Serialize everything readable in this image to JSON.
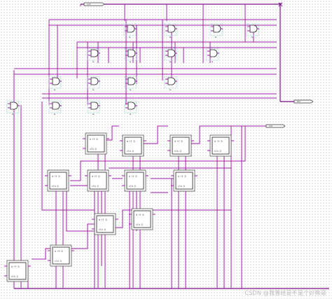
{
  "window": {
    "close_glyph": "✕"
  },
  "watermark": {
    "text": "CSDN @我曾经是不是个好熊哥"
  },
  "schematic": {
    "ff_label": "d  ff  D",
    "ff_sub": "clk  Q",
    "io_pins": [
      "CLK",
      "RST",
      "OUT"
    ],
    "gate_tag": "&",
    "colors": {
      "wire": "#a21ca8",
      "wire_dark": "#7d0f8b",
      "gate_outline": "#8fd1d6",
      "grid_dot": "#b8b8b8"
    }
  }
}
